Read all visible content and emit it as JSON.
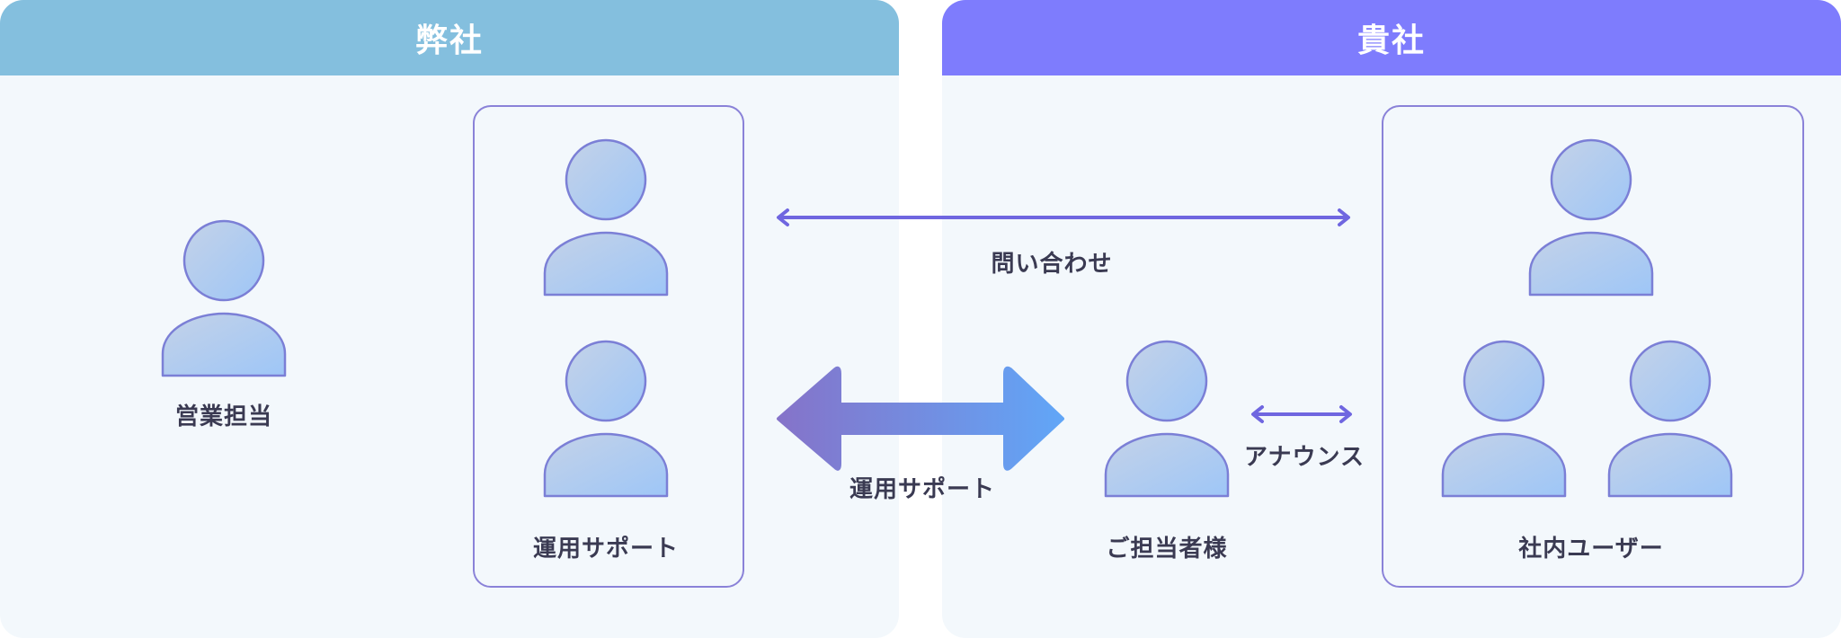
{
  "colors": {
    "left_header": "#84bfde",
    "right_header": "#7e7cfd",
    "panel_bg": "#f3f8fc",
    "person_stroke": "#7b7fd6",
    "arrow_thin": "#6f66e0",
    "arrow_gradient_start": "#8573c9",
    "arrow_gradient_end": "#61a6f7",
    "label_text": "#3a3a52"
  },
  "left_panel": {
    "title": "弊社"
  },
  "right_panel": {
    "title": "貴社"
  },
  "people": {
    "sales": {
      "label": "営業担当",
      "icon": "person-icon"
    },
    "support_group": {
      "label": "運用サポート",
      "icon": "person-icon",
      "count": 2
    },
    "client_contact": {
      "label": "ご担当者様",
      "icon": "person-icon"
    },
    "internal_users": {
      "label": "社内ユーザー",
      "icon": "person-icon",
      "count": 3
    }
  },
  "connections": {
    "inquiry": {
      "label": "問い合わせ"
    },
    "operation_support": {
      "label": "運用サポート"
    },
    "announce": {
      "label": "アナウンス"
    }
  }
}
